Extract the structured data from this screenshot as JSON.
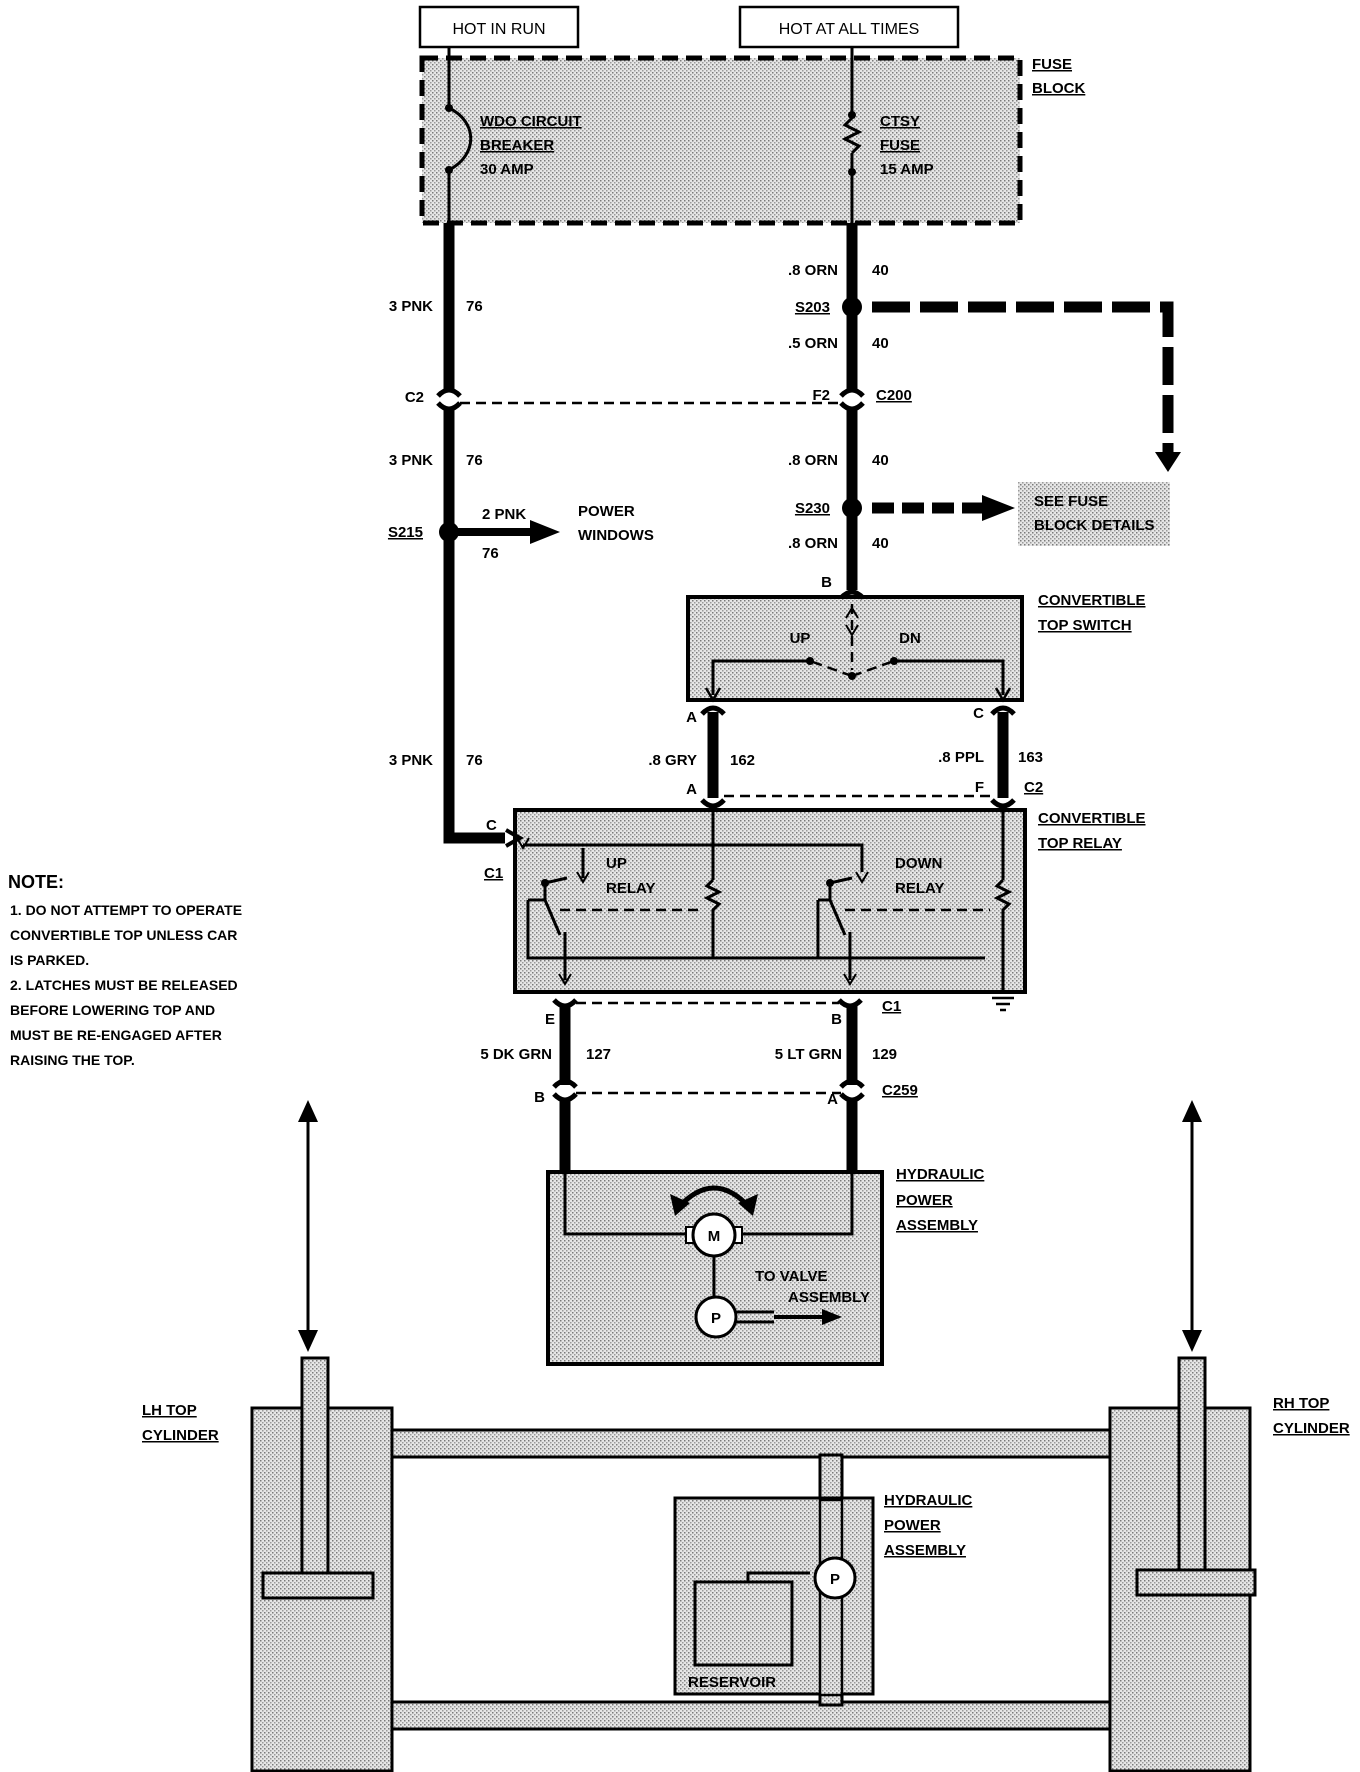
{
  "supplies": {
    "hot_in_run": "HOT IN RUN",
    "hot_at_all_times": "HOT AT ALL TIMES"
  },
  "fuse_block": {
    "label_1": "FUSE",
    "label_2": "BLOCK",
    "breaker_1": "WDO CIRCUIT",
    "breaker_2": "BREAKER",
    "breaker_3": "30 AMP",
    "fuse_1": "CTSY",
    "fuse_2": "FUSE",
    "fuse_3": "15 AMP"
  },
  "left_wire": {
    "gauge_1": "3 PNK",
    "circuit_1": "76",
    "connector_c2": "C2",
    "gauge_2": "3 PNK",
    "circuit_2": "76",
    "splice": "S215",
    "branch_gauge": "2 PNK",
    "branch_circuit": "76",
    "branch_dest_1": "POWER",
    "branch_dest_2": "WINDOWS",
    "gauge_3": "3 PNK",
    "circuit_3": "76"
  },
  "right_wire": {
    "gauge_1": ".8 ORN",
    "circuit_1": "40",
    "splice_1": "S203",
    "gauge_2": ".5 ORN",
    "circuit_2": "40",
    "pin_f2": "F2",
    "connector_c200": "C200",
    "gauge_3": ".8 ORN",
    "circuit_3": "40",
    "splice_2": "S230",
    "see_1": "SEE FUSE",
    "see_2": "BLOCK DETAILS",
    "gauge_4": ".8 ORN",
    "circuit_4": "40",
    "pin_b": "B"
  },
  "switch": {
    "label_1": "CONVERTIBLE",
    "label_2": "TOP SWITCH",
    "up": "UP",
    "dn": "DN",
    "pin_a": "A",
    "pin_c": "C"
  },
  "switch_relay_wires": {
    "gray_gauge": ".8 GRY",
    "gray_circuit": "162",
    "ppl_gauge": ".8 PPL",
    "ppl_circuit": "163",
    "pin_a": "A",
    "pin_f": "F",
    "connector_c2": "C2"
  },
  "relay": {
    "label_1": "CONVERTIBLE",
    "label_2": "TOP RELAY",
    "pin_c": "C",
    "connector_c1": "C1",
    "up_1": "UP",
    "up_2": "RELAY",
    "down_1": "DOWN",
    "down_2": "RELAY"
  },
  "motor_wires": {
    "pin_e": "E",
    "pin_b": "B",
    "connector_c1": "C1",
    "dk_gauge": "5 DK GRN",
    "dk_circuit": "127",
    "lt_gauge": "5 LT GRN",
    "lt_circuit": "129",
    "pin_b2": "B",
    "pin_a2": "A",
    "connector_c259": "C259"
  },
  "power_assembly": {
    "label_1": "HYDRAULIC",
    "label_2": "POWER",
    "label_3": "ASSEMBLY",
    "motor": "M",
    "pump": "P",
    "valve_1": "TO VALVE",
    "valve_2": "ASSEMBLY"
  },
  "hydraulics": {
    "lh_1": "LH TOP",
    "lh_2": "CYLINDER",
    "rh_1": "RH TOP",
    "rh_2": "CYLINDER",
    "assy_1": "HYDRAULIC",
    "assy_2": "POWER",
    "assy_3": "ASSEMBLY",
    "pump": "P",
    "reservoir": "RESERVOIR"
  },
  "note": {
    "heading": "NOTE:",
    "l1": "1. DO NOT ATTEMPT TO OPERATE",
    "l2": "CONVERTIBLE TOP UNLESS CAR",
    "l3": "IS PARKED.",
    "l4": "2. LATCHES MUST BE RELEASED",
    "l5": "BEFORE LOWERING TOP AND",
    "l6": "MUST BE RE-ENGAGED AFTER",
    "l7": "RAISING THE TOP."
  }
}
